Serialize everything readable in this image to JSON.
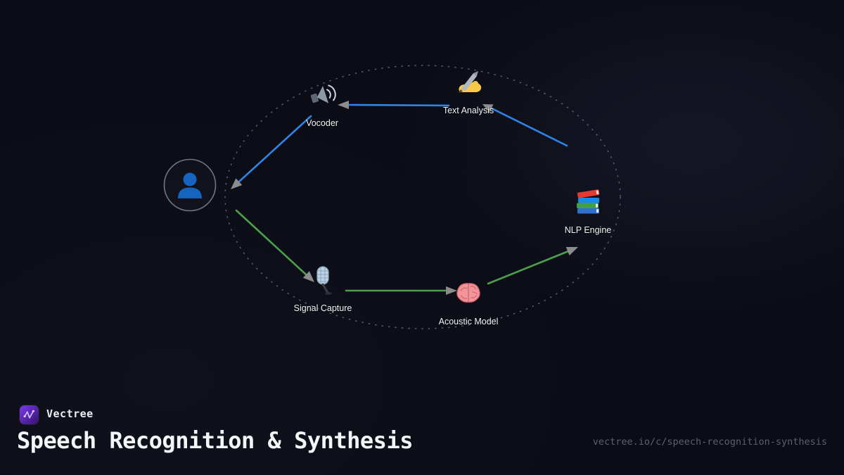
{
  "colors": {
    "background": "#0b0c15",
    "flow_green": "#4ba14b",
    "flow_blue": "#2d86e5",
    "arrowhead_gray": "#8c8c8c",
    "orbit_dash_gray": "#5a5f6a",
    "label_white": "#f3f4f6",
    "brand_purple": "#7c3aed",
    "user_blue": "#1565c0"
  },
  "brand": {
    "name": "Vectree",
    "logo_icon": "vectree-logo-icon"
  },
  "footer": {
    "title": "Speech Recognition & Synthesis",
    "url": "vectree.io/c/speech-recognition-synthesis"
  },
  "diagram": {
    "type": "circular-flow",
    "user_node": {
      "id": "user",
      "icon": "person-icon"
    },
    "nodes": [
      {
        "id": "vocoder",
        "label": "Vocoder",
        "icon": "loudspeaker-icon"
      },
      {
        "id": "text-analysis",
        "label": "Text Analysis",
        "icon": "writing-hand-icon"
      },
      {
        "id": "nlp-engine",
        "label": "NLP Engine",
        "icon": "books-icon"
      },
      {
        "id": "acoustic-model",
        "label": "Acoustic Model",
        "icon": "brain-icon"
      },
      {
        "id": "signal-capture",
        "label": "Signal Capture",
        "icon": "microphone-icon"
      }
    ],
    "edges": [
      {
        "from": "user",
        "to": "signal-capture",
        "color": "#4ba14b"
      },
      {
        "from": "signal-capture",
        "to": "acoustic-model",
        "color": "#4ba14b"
      },
      {
        "from": "acoustic-model",
        "to": "nlp-engine",
        "color": "#4ba14b"
      },
      {
        "from": "nlp-engine",
        "to": "text-analysis",
        "color": "#2d86e5"
      },
      {
        "from": "text-analysis",
        "to": "vocoder",
        "color": "#2d86e5"
      },
      {
        "from": "vocoder",
        "to": "user",
        "color": "#2d86e5"
      }
    ]
  }
}
